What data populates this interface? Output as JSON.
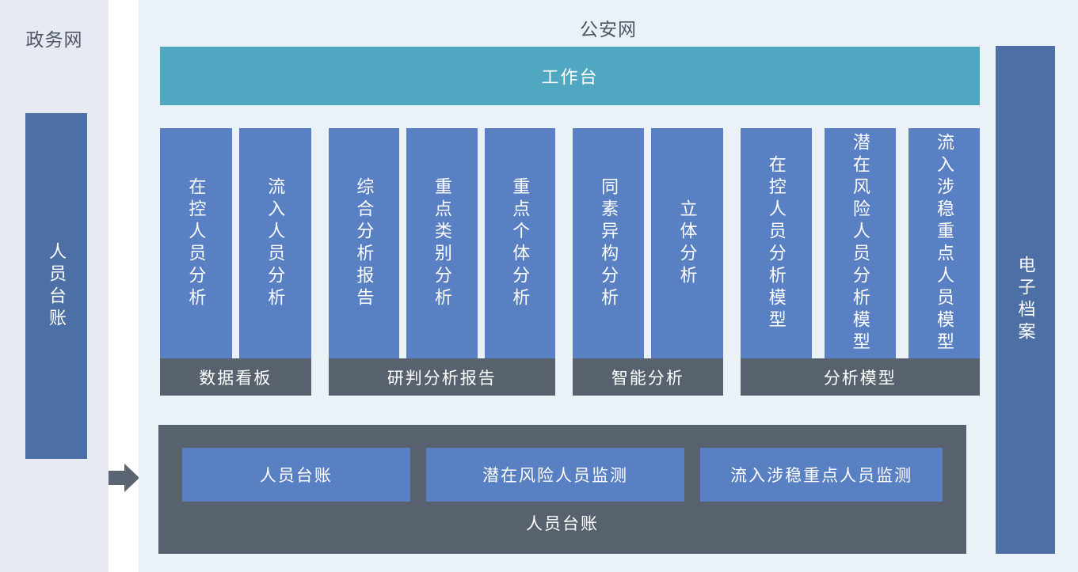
{
  "left_panel": {
    "title": "政务网",
    "bar_label": "人员台账"
  },
  "main_panel": {
    "title": "公安网",
    "workbench_label": "工作台",
    "groups": [
      {
        "footer": "数据看板",
        "bars": [
          "在控人员分析",
          "流入人员分析"
        ]
      },
      {
        "footer": "研判分析报告",
        "bars": [
          "综合分析报告",
          "重点类别分析",
          "重点个体分析"
        ]
      },
      {
        "footer": "智能分析",
        "bars": [
          "同素异构分析",
          "立体分析"
        ]
      },
      {
        "footer": "分析模型",
        "bars": [
          "在控人员分析模型",
          "潜在风险人员分析模型",
          "流入涉稳重点人员模型"
        ]
      }
    ],
    "bottom_panel": {
      "buttons": [
        "人员台账",
        "潜在风险人员监测",
        "流入涉稳重点人员监测"
      ],
      "label": "人员台账"
    },
    "right_bar_label": "电子档案"
  },
  "colors": {
    "panel_lavender": "#e8eaf3",
    "panel_light_blue": "#eaf2f8",
    "bar_dark_blue": "#4c70a6",
    "bar_light_blue": "#5a80c4",
    "teal": "#50a7c2",
    "slate_gray": "#58626f",
    "title_text": "#4d5566",
    "bar_text": "#ffffff"
  }
}
